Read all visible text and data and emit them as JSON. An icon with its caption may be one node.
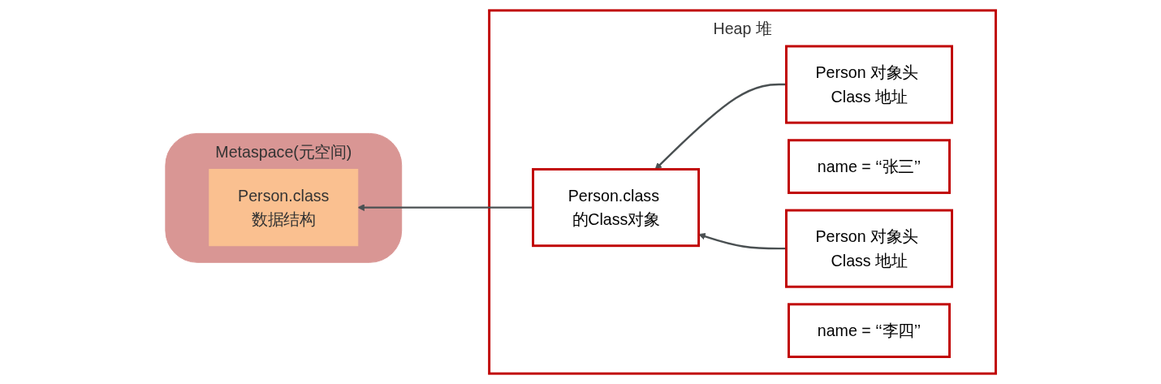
{
  "diagram": {
    "nodes": [
      {
        "text": [
          "Metaspace(元空间)"
        ]
      },
      {
        "text": [
          "Person.class",
          "数据结构"
        ],
        "in": 0
      },
      {
        "text": [
          "Heap 堆"
        ]
      },
      {
        "text": [
          "Person.class 的Class对象"
        ],
        "in": 2
      },
      {
        "text": [
          "Person 对象头 Class 地址"
        ],
        "in": 2
      },
      {
        "text": [
          "name = ‘‘张三’’"
        ],
        "in": 2
      },
      {
        "text": [
          "Person 对象头 Class 地址"
        ],
        "in": 2
      },
      {
        "text": [
          "name = ‘‘李四’’"
        ],
        "in": 2
      }
    ],
    "edges": [
      {
        "from": 4,
        "to": 3,
        "arrow": "to"
      },
      {
        "from": 6,
        "to": 3,
        "arrow": "to"
      },
      {
        "from": 3,
        "to": 1,
        "arrow": "to"
      }
    ]
  }
}
